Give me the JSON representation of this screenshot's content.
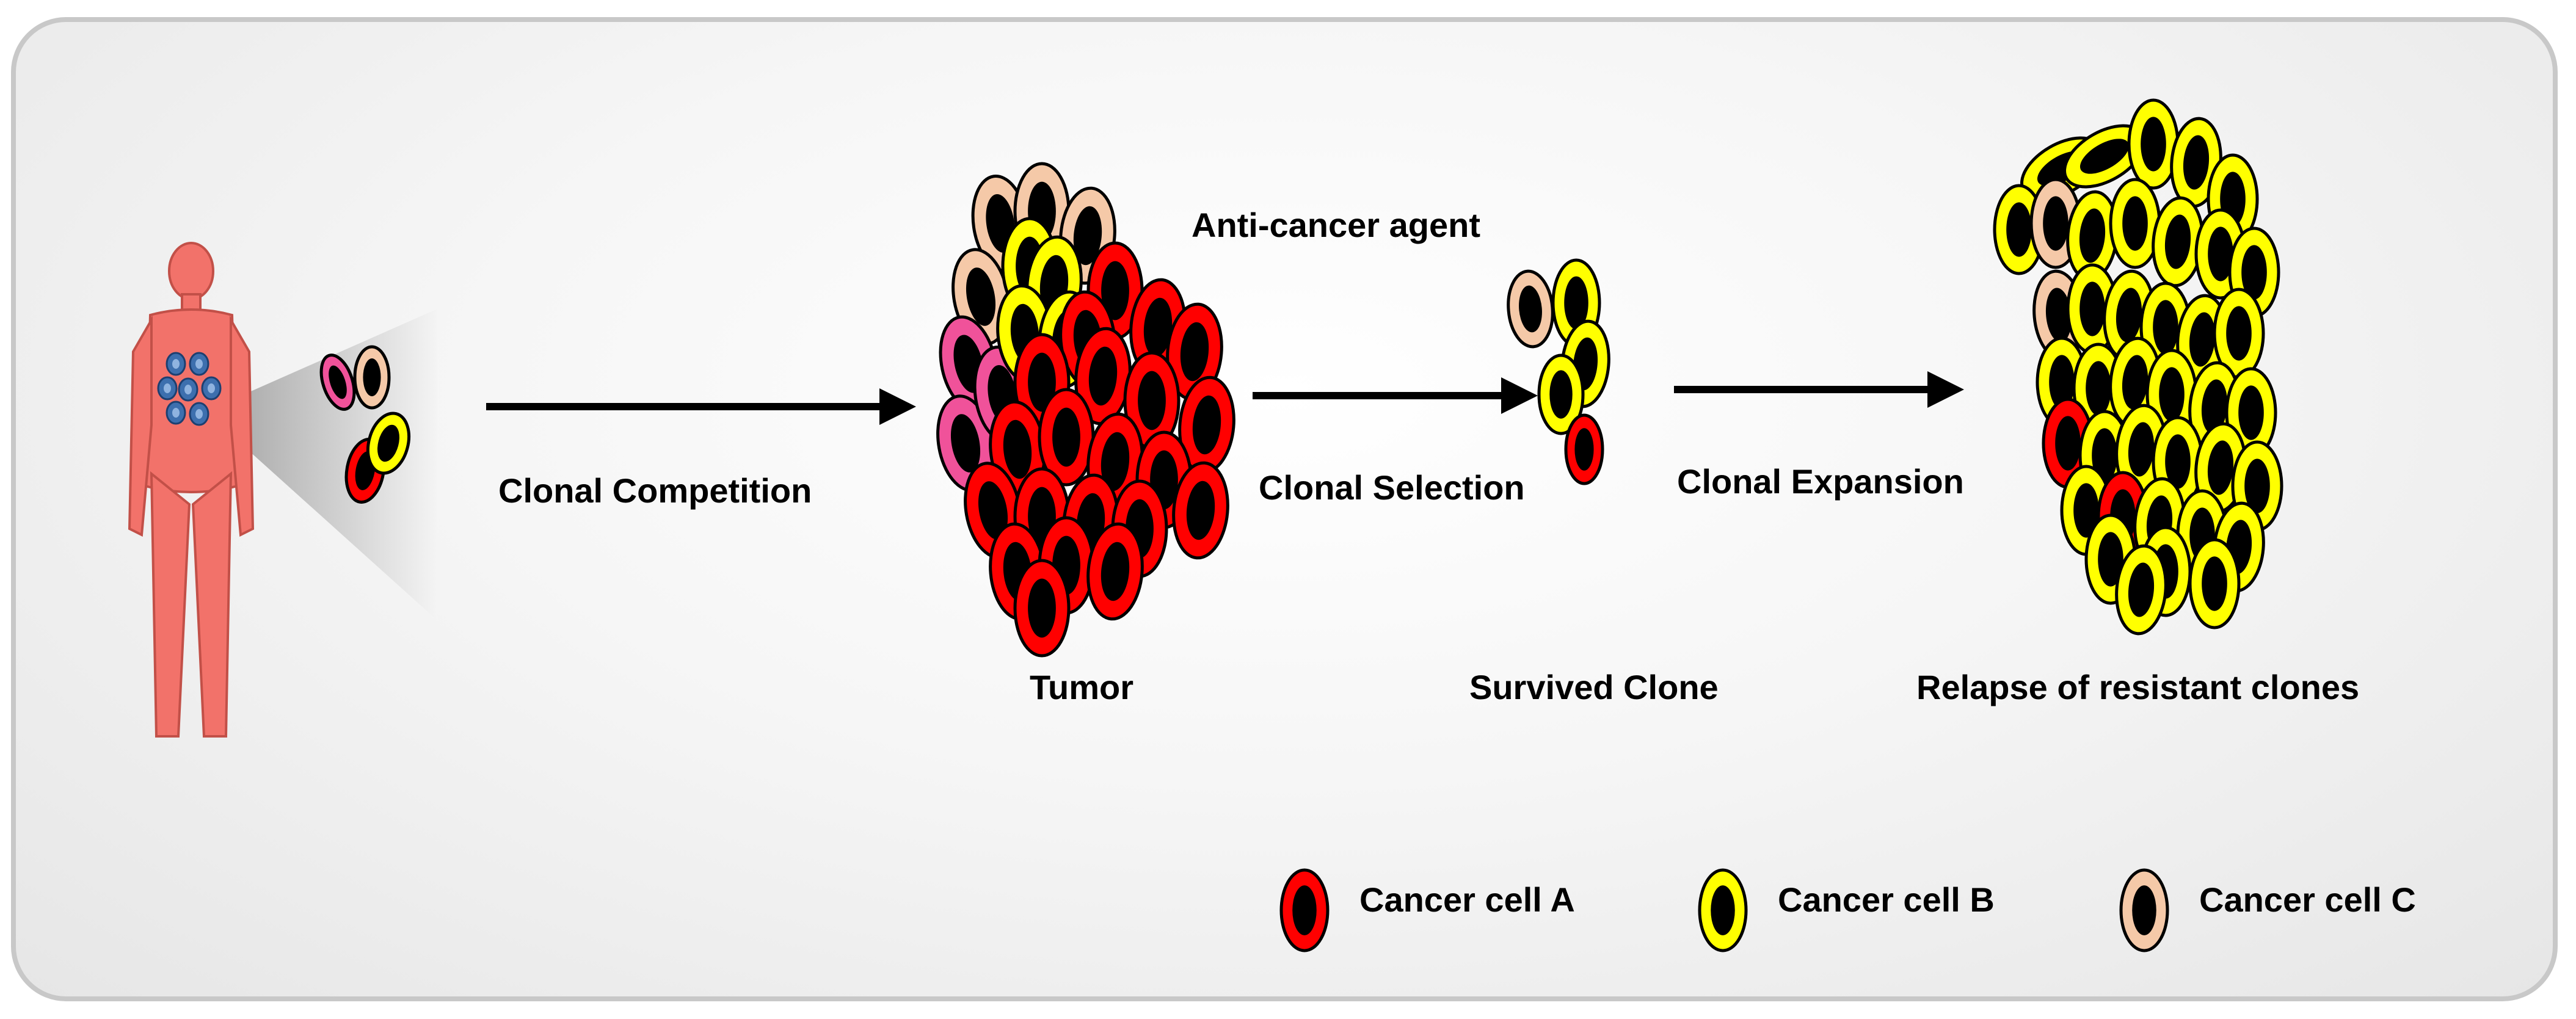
{
  "labels": {
    "clonal_competition": "Clonal Competition",
    "anti_cancer_agent": "Anti-cancer agent",
    "clonal_selection": "Clonal Selection",
    "clonal_expansion": "Clonal Expansion",
    "tumor": "Tumor",
    "survived_clone": "Survived Clone",
    "relapse": "Relapse of resistant clones"
  },
  "legend": [
    {
      "label": "Cancer cell A",
      "color": "#ff0000"
    },
    {
      "label": "Cancer cell B",
      "color": "#ffff00"
    },
    {
      "label": "Cancer cell C",
      "color": "#f5c9a8"
    }
  ],
  "colors": {
    "cell_a": "#ff0000",
    "cell_b": "#ffff00",
    "cell_c": "#f5c9a8",
    "cell_d": "#f0529a",
    "nucleus": "#000000",
    "body": "#f2726a",
    "body_outline": "#c25048",
    "organ": "#3d6fae"
  }
}
